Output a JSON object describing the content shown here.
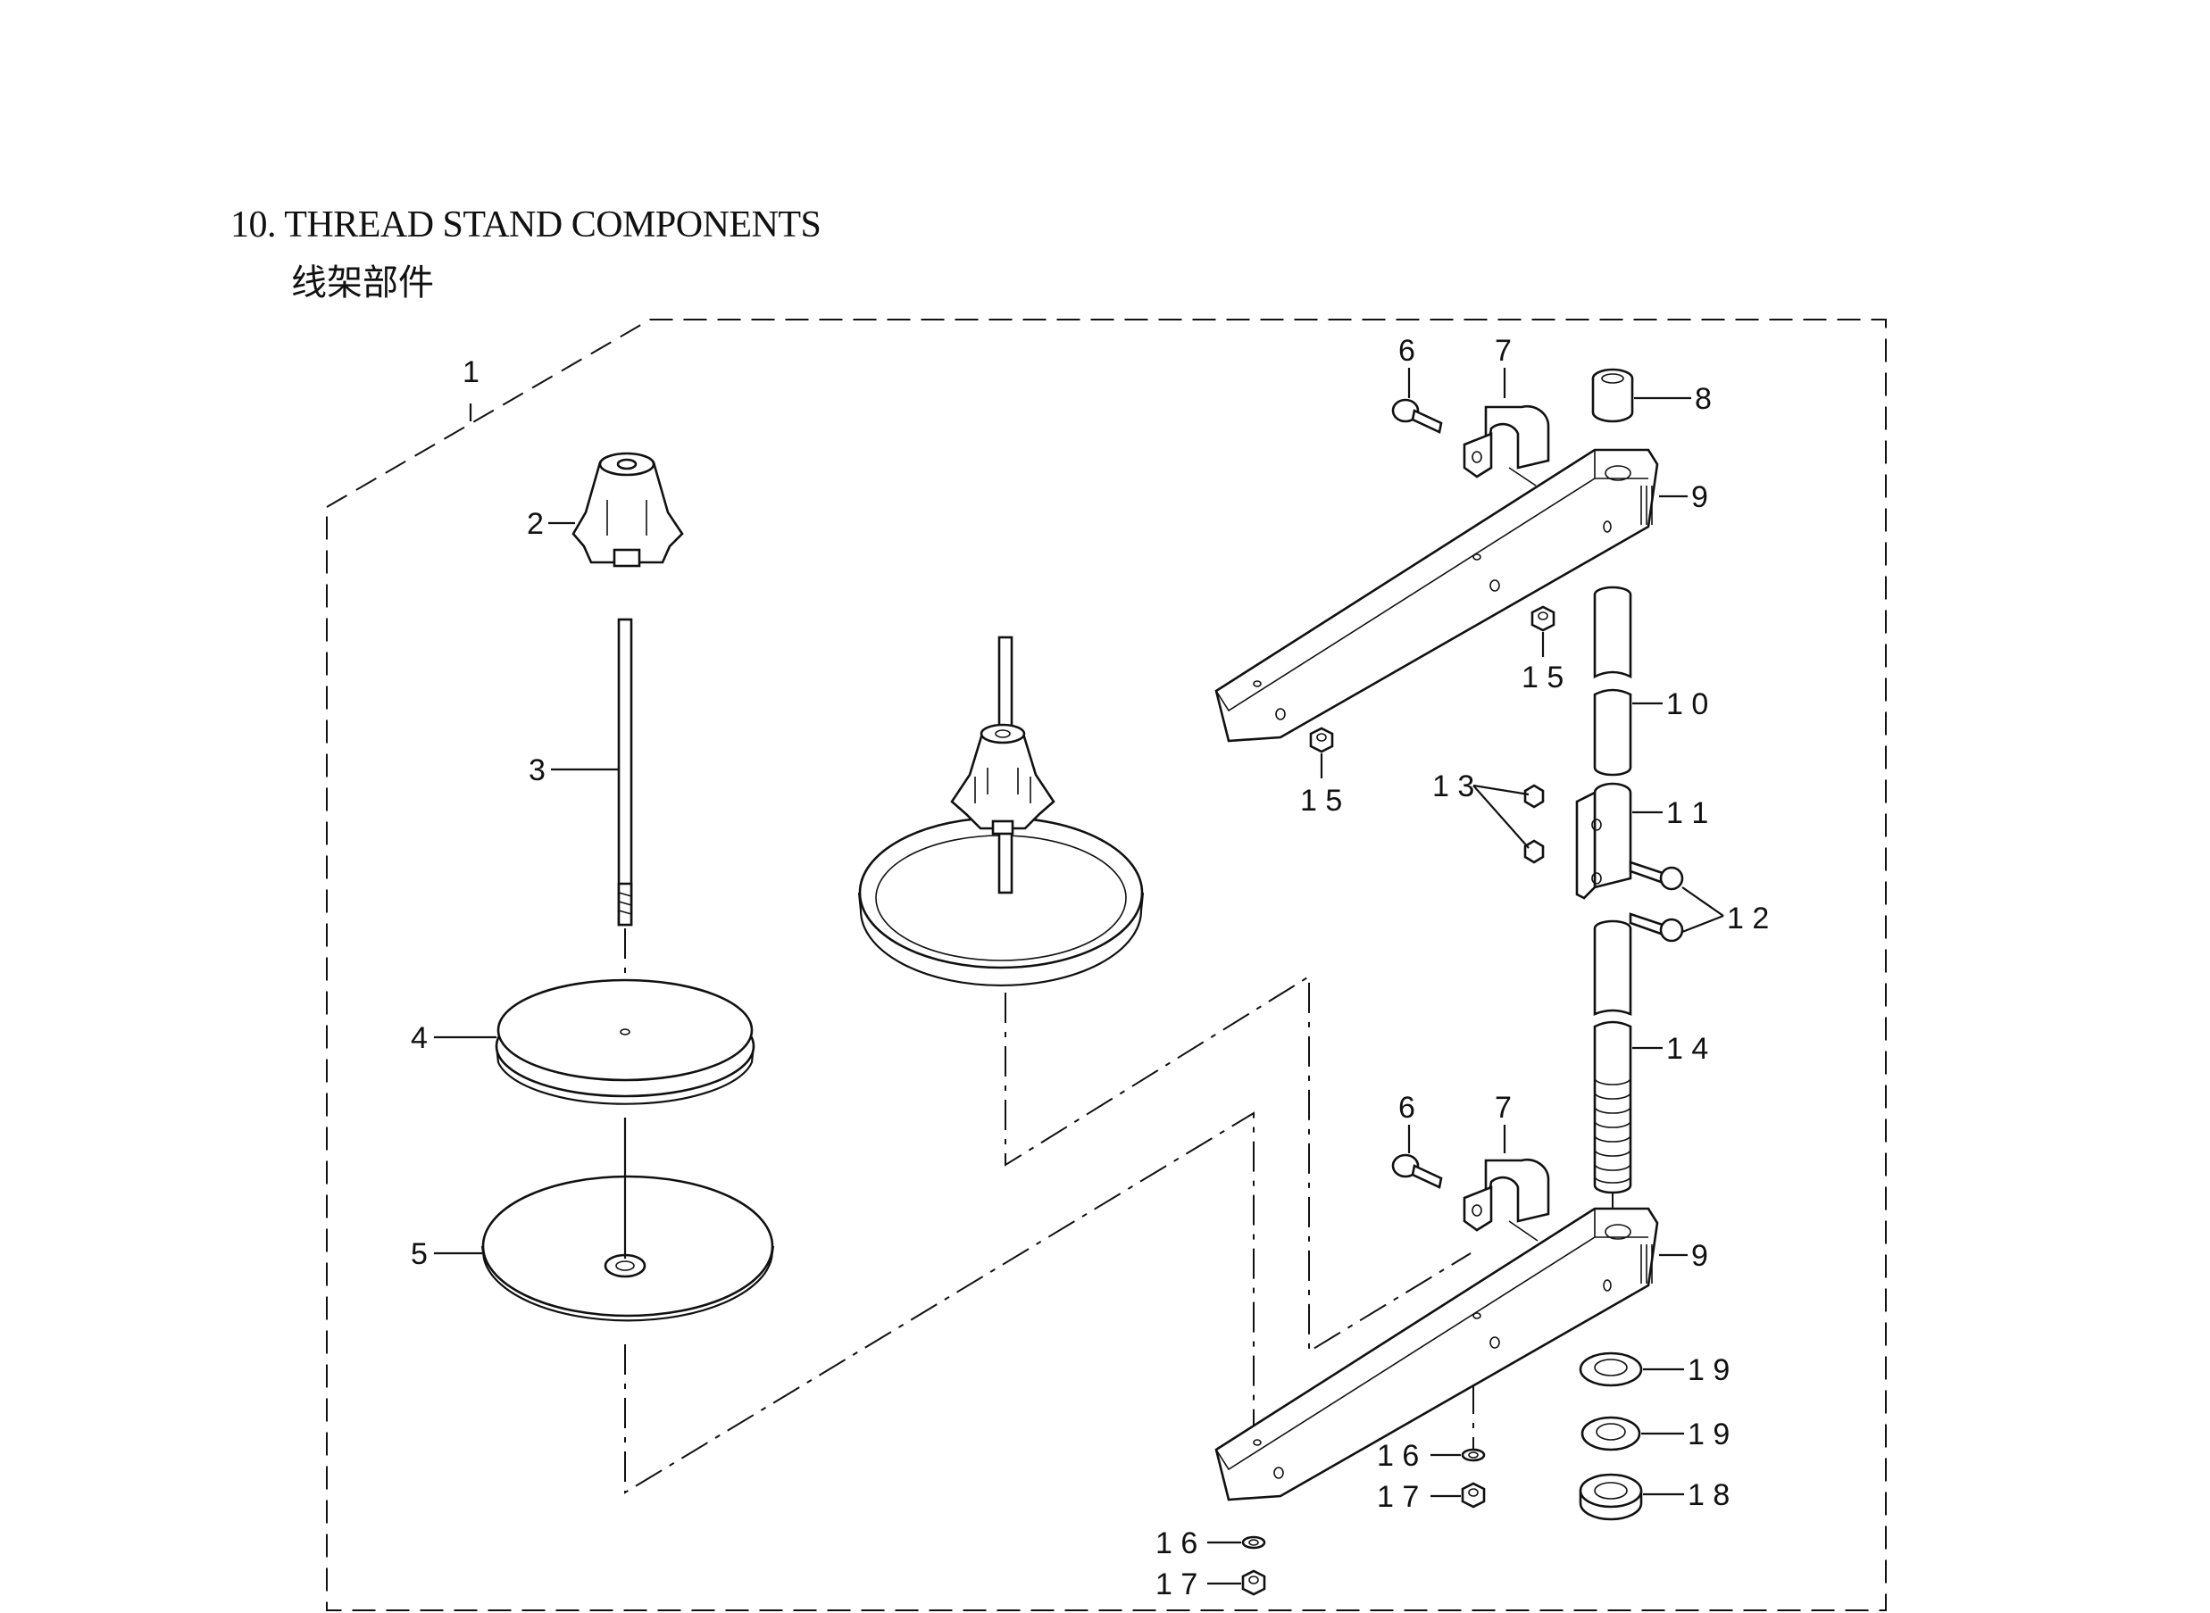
{
  "header": {
    "title": "10. THREAD STAND COMPONENTS",
    "subtitle": "线架部件"
  },
  "diagram": {
    "callouts": [
      {
        "id": "c1",
        "text": "1"
      },
      {
        "id": "c2",
        "text": "2"
      },
      {
        "id": "c3",
        "text": "3"
      },
      {
        "id": "c4",
        "text": "4"
      },
      {
        "id": "c5",
        "text": "5"
      },
      {
        "id": "c6a",
        "text": "6"
      },
      {
        "id": "c7a",
        "text": "7"
      },
      {
        "id": "c8",
        "text": "8"
      },
      {
        "id": "c9a",
        "text": "9"
      },
      {
        "id": "c15a",
        "text": "1 5"
      },
      {
        "id": "c15b",
        "text": "1 5"
      },
      {
        "id": "c10",
        "text": "1 0"
      },
      {
        "id": "c13",
        "text": "1 3"
      },
      {
        "id": "c11",
        "text": "1 1"
      },
      {
        "id": "c12",
        "text": "1 2"
      },
      {
        "id": "c14",
        "text": "1 4"
      },
      {
        "id": "c6b",
        "text": "6"
      },
      {
        "id": "c7b",
        "text": "7"
      },
      {
        "id": "c9b",
        "text": "9"
      },
      {
        "id": "c19a",
        "text": "1 9"
      },
      {
        "id": "c19b",
        "text": "1 9"
      },
      {
        "id": "c18",
        "text": "1 8"
      },
      {
        "id": "c16a",
        "text": "1 6"
      },
      {
        "id": "c17a",
        "text": "1 7"
      },
      {
        "id": "c16b",
        "text": "1 6"
      },
      {
        "id": "c17b",
        "text": "1 7"
      }
    ]
  }
}
